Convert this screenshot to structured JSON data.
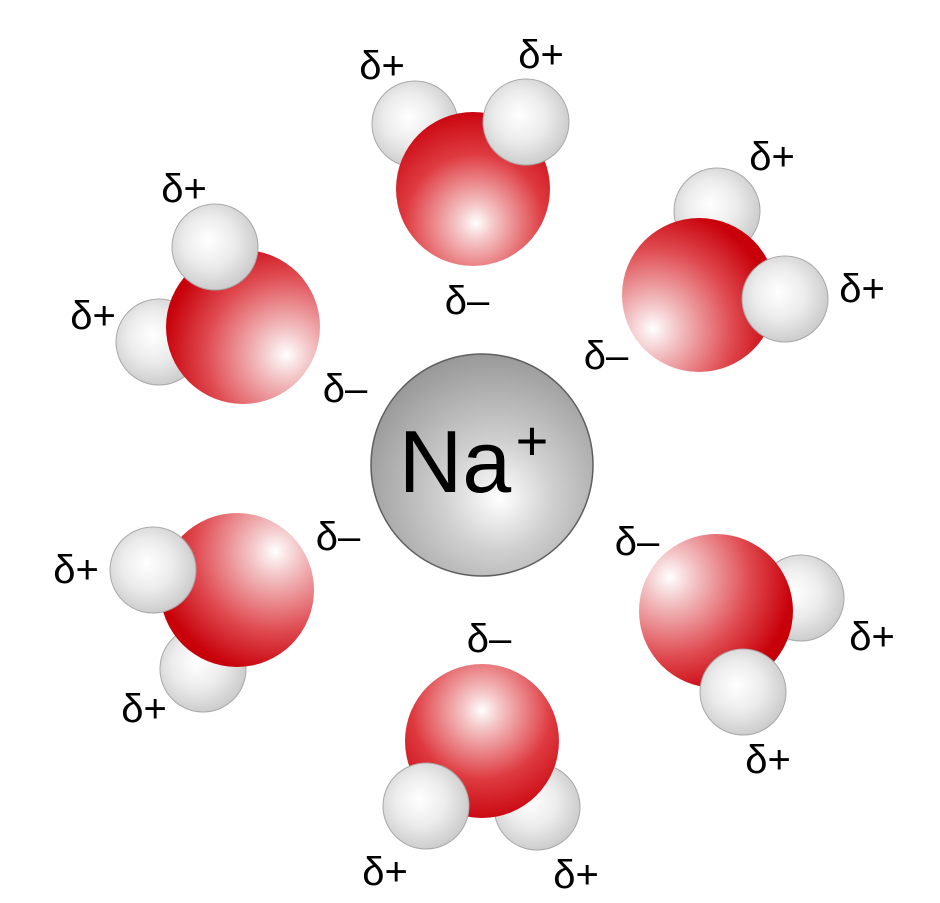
{
  "ion": {
    "symbol": "Na",
    "charge": "+",
    "color": "#9a9a9a"
  },
  "colors": {
    "oxygen": "#d8141c",
    "hydrogen": "#d9d9d9",
    "background": "#ffffff",
    "text": "#000000"
  },
  "water_molecules": [
    {
      "position": "top",
      "oxygen_label": "δ–",
      "hydrogen_labels": [
        "δ+",
        "δ+"
      ]
    },
    {
      "position": "upper-right",
      "oxygen_label": "δ–",
      "hydrogen_labels": [
        "δ+",
        "δ+"
      ]
    },
    {
      "position": "lower-right",
      "oxygen_label": "δ–",
      "hydrogen_labels": [
        "δ+",
        "δ+"
      ]
    },
    {
      "position": "bottom",
      "oxygen_label": "δ–",
      "hydrogen_labels": [
        "δ+",
        "δ+"
      ]
    },
    {
      "position": "lower-left",
      "oxygen_label": "δ–",
      "hydrogen_labels": [
        "δ+",
        "δ+"
      ]
    },
    {
      "position": "upper-left",
      "oxygen_label": "δ–",
      "hydrogen_labels": [
        "δ+",
        "δ+"
      ]
    }
  ]
}
